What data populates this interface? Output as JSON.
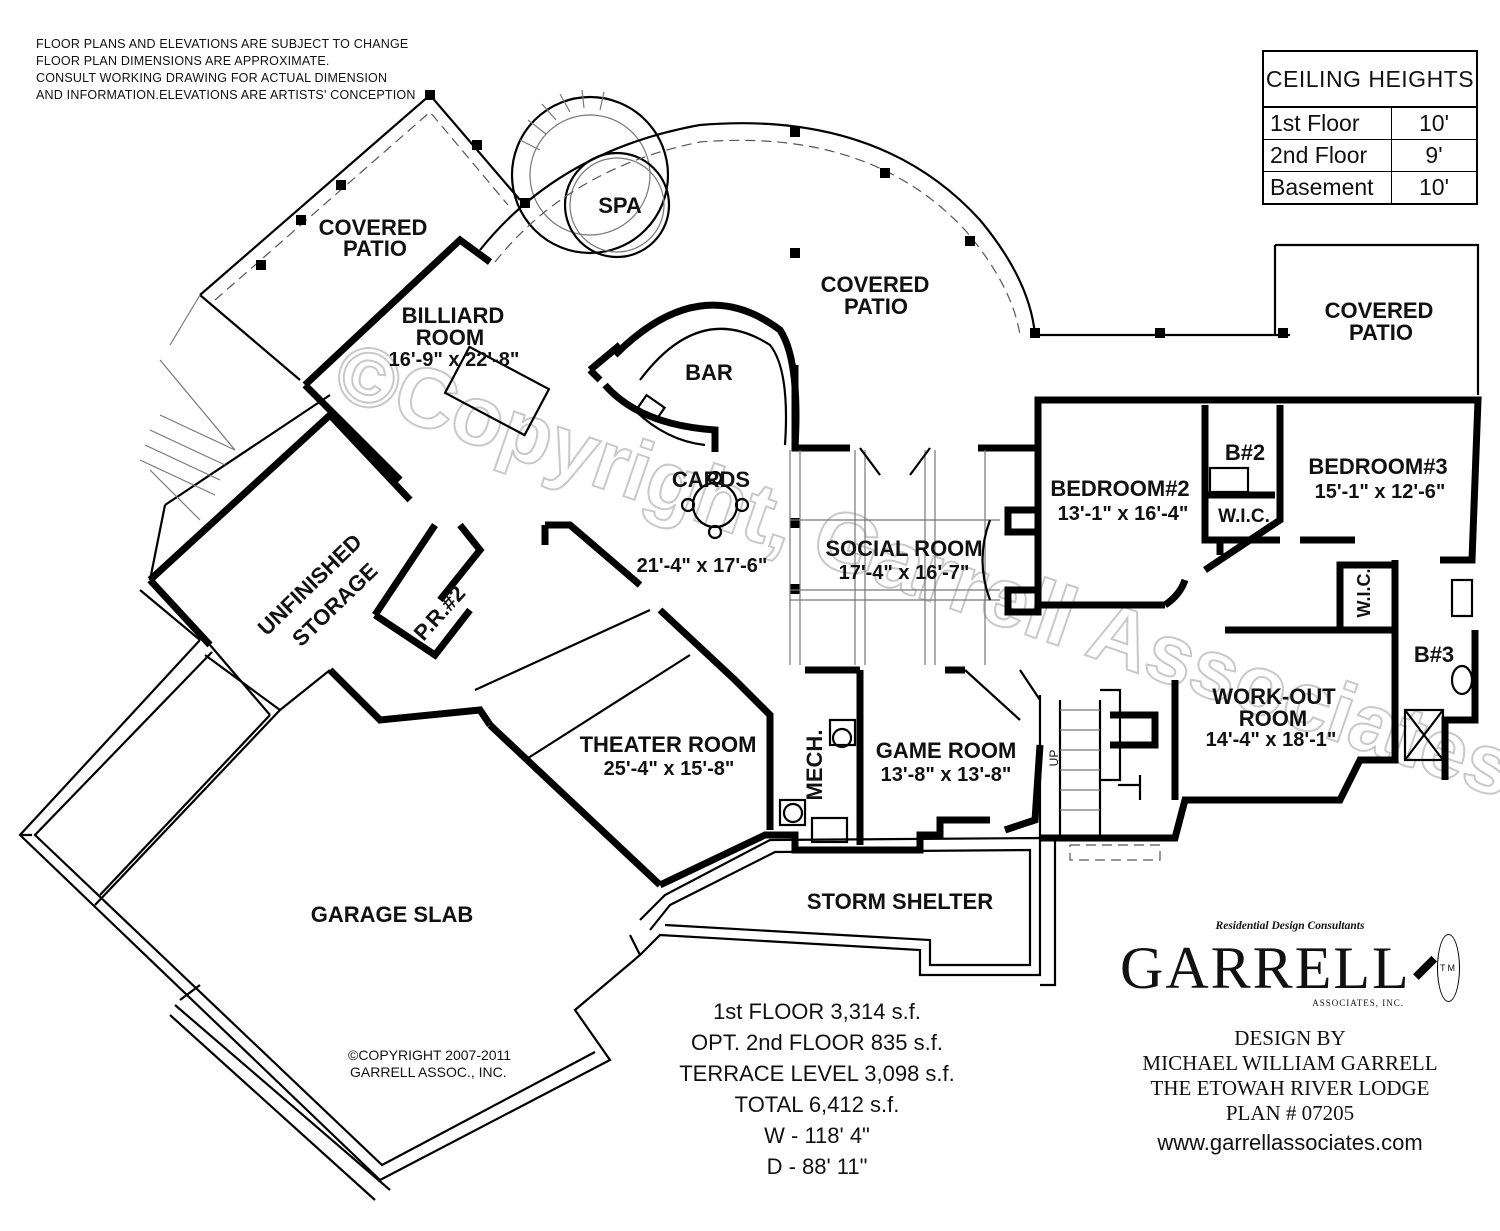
{
  "notes": [
    "FLOOR PLANS AND ELEVATIONS ARE SUBJECT TO CHANGE",
    "FLOOR PLAN DIMENSIONS ARE APPROXIMATE.",
    "CONSULT WORKING DRAWING FOR ACTUAL DIMENSION",
    "AND INFORMATION.ELEVATIONS ARE ARTISTS' CONCEPTION"
  ],
  "ceiling_heights": {
    "title": "CEILING HEIGHTS",
    "rows": [
      {
        "floor": "1st Floor",
        "height": "10'"
      },
      {
        "floor": "2nd Floor",
        "height": "9'"
      },
      {
        "floor": "Basement",
        "height": "10'"
      }
    ]
  },
  "rooms": {
    "covered_patio_left": {
      "line1": "COVERED",
      "line2": "PATIO"
    },
    "spa": "SPA",
    "covered_patio_center": {
      "line1": "COVERED",
      "line2": "PATIO"
    },
    "covered_patio_right": {
      "line1": "COVERED",
      "line2": "PATIO"
    },
    "billiard": {
      "line1": "BILLIARD",
      "line2": "ROOM",
      "dim": "16'-9\" x 22'-8\""
    },
    "bar": "BAR",
    "cards": "CARDS",
    "cards_dim": "21'-4\" x 17'-6\"",
    "social": {
      "name": "SOCIAL ROOM",
      "dim": "17'-4\" x 16'-7\""
    },
    "bedroom2": {
      "name": "BEDROOM#2",
      "dim": "13'-1\" x 16'-4\""
    },
    "bath2": "B#2",
    "wic1": "W.I.C.",
    "bedroom3": {
      "name": "BEDROOM#3",
      "dim": "15'-1\" x 12'-6\""
    },
    "wic2": "W.I.C.",
    "bath3": "B#3",
    "workout": {
      "line1": "WORK-OUT",
      "line2": "ROOM",
      "dim": "14'-4\" x 18'-1\""
    },
    "storage": {
      "line1": "UNFINISHED",
      "line2": "STORAGE"
    },
    "powder": "P.R.#2",
    "theater": {
      "name": "THEATER ROOM",
      "dim": "25'-4\" x 15'-8\""
    },
    "mech": "MECH.",
    "game": {
      "name": "GAME ROOM",
      "dim": "13'-8\" x 13'-8\""
    },
    "up": "UP",
    "storm": "STORM SHELTER",
    "garage": "GARAGE SLAB"
  },
  "copyright": {
    "line1": "©COPYRIGHT 2007-2011",
    "line2": "GARRELL ASSOC., INC."
  },
  "watermark": "©Copyright, Garrell Associates, Inc.",
  "totals": [
    "1st FLOOR 3,314 s.f.",
    "OPT. 2nd FLOOR 835 s.f.",
    "TERRACE LEVEL 3,098 s.f.",
    "TOTAL 6,412 s.f.",
    "W - 118' 4\"",
    "D -   88' 11\""
  ],
  "brand": {
    "tagline": "Residential Design Consultants",
    "logo": "GARRELL",
    "tm": "TM",
    "inc": "ASSOCIATES, INC.",
    "design_by": "DESIGN BY",
    "designer": "MICHAEL WILLIAM GARRELL",
    "plan_name": "THE ETOWAH RIVER LODGE",
    "plan_number": "PLAN # 07205",
    "url": "www.garrellassociates.com"
  }
}
